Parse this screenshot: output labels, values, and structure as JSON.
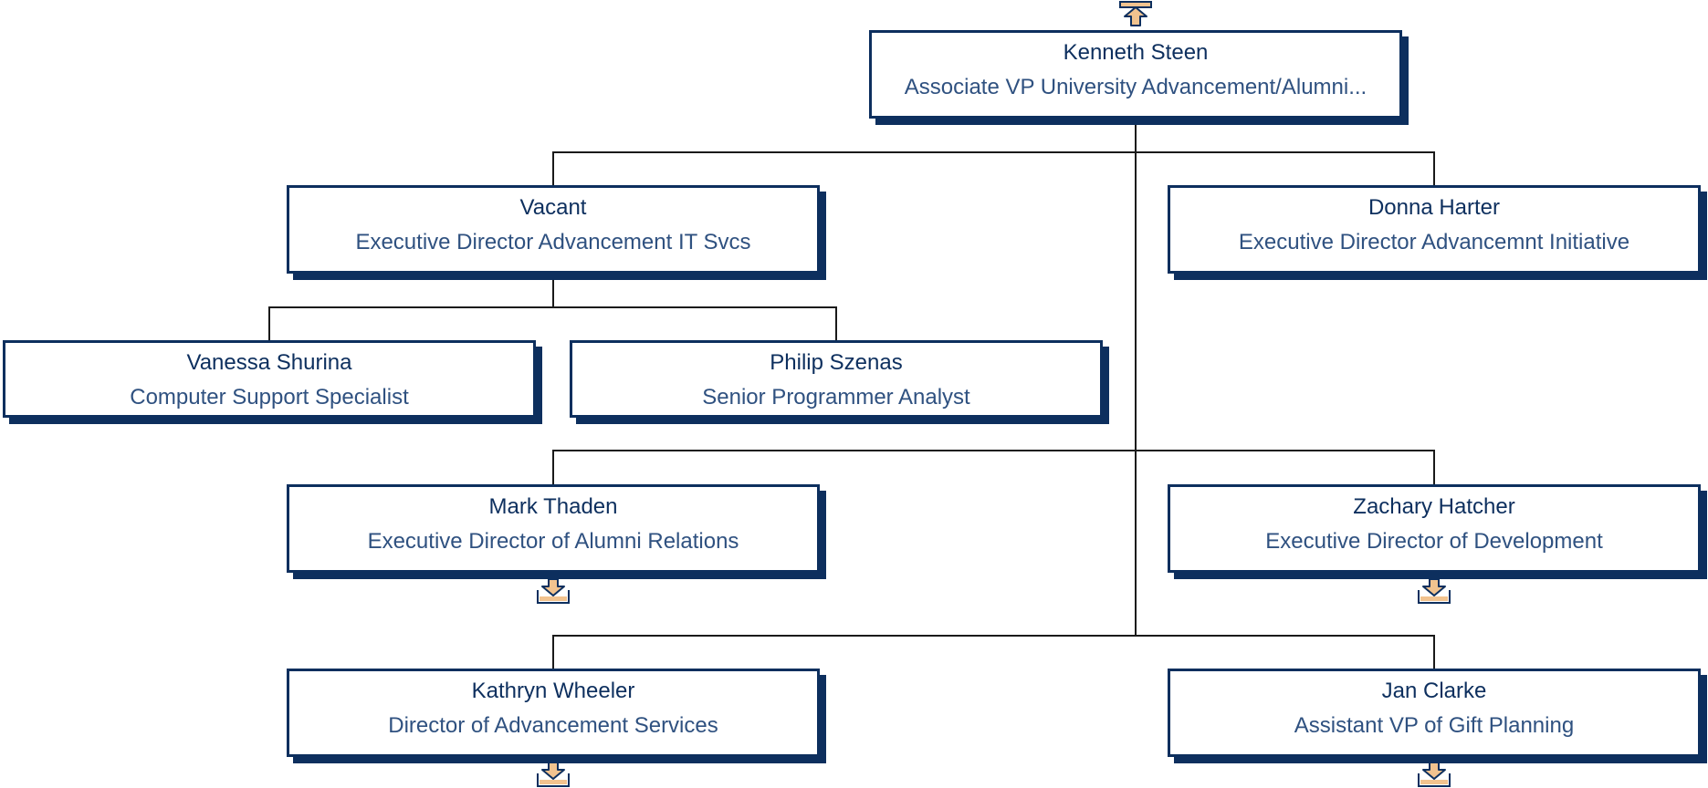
{
  "colors": {
    "node_border": "#0d2f5e",
    "node_shadow": "#0d2f5e",
    "name_text": "#0d2f5e",
    "title_text": "#2f5180",
    "connector": "#1a1a1a",
    "nav_icon_fill": "#f2c38f"
  },
  "root": {
    "name": "Kenneth Steen",
    "title": "Associate VP University Advancement/Alumni...",
    "nav_icon": "navigate-up-arrow-icon"
  },
  "direct_reports": [
    {
      "name": "Vacant",
      "title": "Executive Director Advancement IT Svcs"
    },
    {
      "name": "Donna Harter",
      "title": "Executive Director Advancemnt Initiative"
    },
    {
      "name": "Mark Thaden",
      "title": "Executive Director of Alumni Relations",
      "nav_icon": "expand-down-arrow-icon"
    },
    {
      "name": "Zachary Hatcher",
      "title": "Executive Director of Development",
      "nav_icon": "expand-down-arrow-icon"
    },
    {
      "name": "Kathryn Wheeler",
      "title": "Director of Advancement Services",
      "nav_icon": "expand-down-arrow-icon"
    },
    {
      "name": "Jan Clarke",
      "title": "Assistant VP of Gift Planning",
      "nav_icon": "expand-down-arrow-icon"
    }
  ],
  "vacant_reports": [
    {
      "name": "Vanessa Shurina",
      "title": "Computer Support Specialist"
    },
    {
      "name": "Philip Szenas",
      "title": "Senior Programmer Analyst"
    }
  ]
}
